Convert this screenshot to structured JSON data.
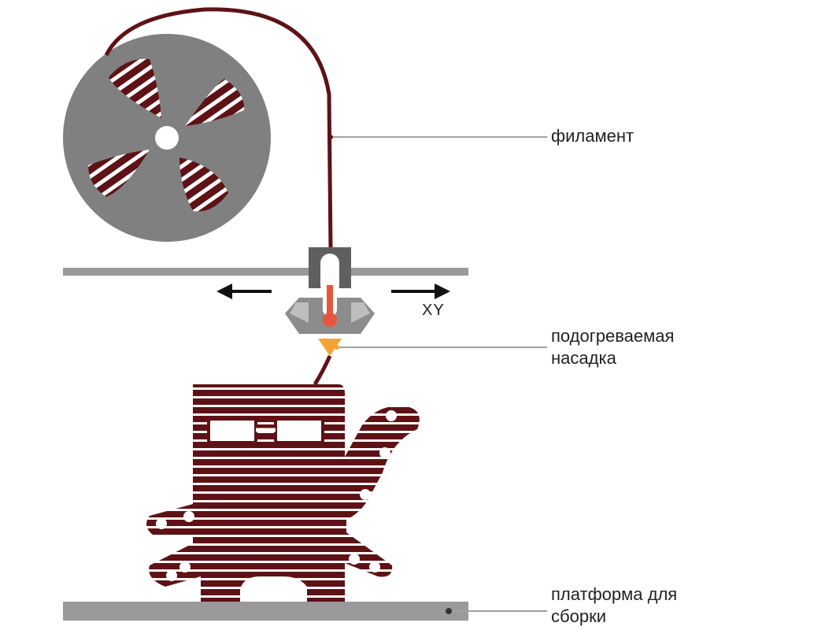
{
  "labels": {
    "filament": "филамент",
    "nozzle_line1": "подогреваемая",
    "nozzle_line2": "насадка",
    "platform_line1": "платформа для",
    "platform_line2": "сборки",
    "axis": "XY"
  },
  "colors": {
    "filament": "#5e1216",
    "spool": "#808080",
    "rail": "#9a9a9a",
    "heater": "#e8553f",
    "nozzle_tip": "#f2a531",
    "leader": "#a0a0a0"
  }
}
